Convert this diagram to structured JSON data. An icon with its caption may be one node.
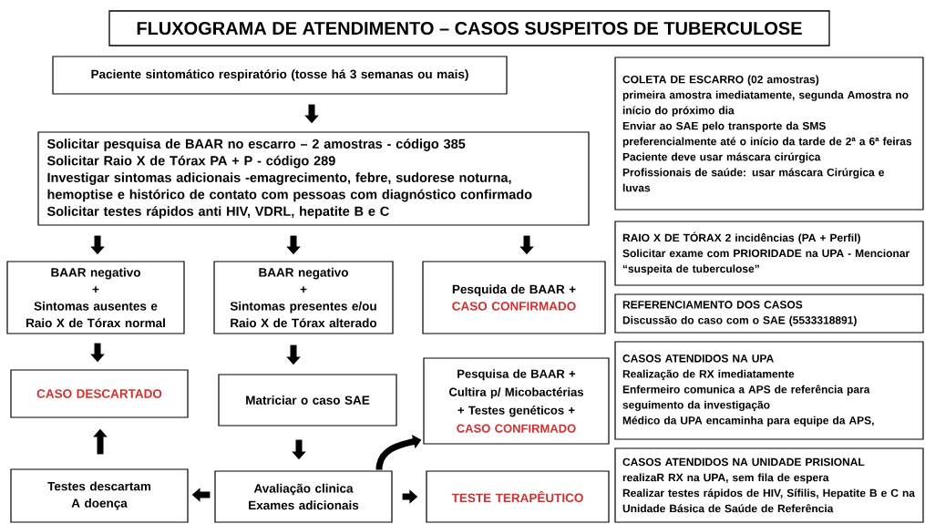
{
  "diagram": {
    "title": "FLUXOGRAMA DE ATENDIMENTO – CASOS SUSPEITOS DE TUBERCULOSE",
    "nodes": [
      {
        "text": [
          "Paciente sintomático respiratório (tosse há 3 semanas ou mais)"
        ]
      },
      {
        "text": [
          "Solicitar pesquisa de BAAR no escarro – 2 amostras - código 385",
          "Solicitar Raio X de Tórax PA + P - código 289",
          "Investigar sintomas adicionais -emagrecimento, febre, sudorese noturna, hemoptise e histórico de contato com pessoas com diagnóstico confirmado",
          "Solicitar testes rápidos anti HIV, VDRL, hepatite B e C"
        ]
      },
      {
        "text": [
          "BAAR negativo",
          "+",
          "Sintomas ausentes  e Raio X de Tórax normal"
        ]
      },
      {
        "text": [
          "BAAR negativo",
          "+",
          "Sintomas presentes e/ou Raio X de Tórax alterado"
        ]
      },
      {
        "text": [
          "Pesquida de BAAR +",
          "CASO CONFIRMADO"
        ]
      },
      {
        "text": [
          "CASO DESCARTADO"
        ]
      },
      {
        "text": [
          "Matriciar o caso SAE"
        ]
      },
      {
        "text": [
          "Pesquisa de BAAR + Cultira p/ Micobactérias + Testes genéticos +",
          "CASO CONFIRMADO"
        ]
      },
      {
        "text": [
          "Testes descartam A doença"
        ]
      },
      {
        "text": [
          "Avaliação clinica Exames adicionais"
        ]
      },
      {
        "text": [
          "TESTE TERAPÊUTICO"
        ]
      },
      {
        "text": [
          "COLETA DE ESCARRO (02 amostras)",
          "primeira amostra imediatamente, segunda Amostra no início do próximo dia",
          "Enviar ao SAE pelo transporte da SMS preferencialmente até o início da tarde de 2ª a 6ª feiras",
          "Paciente deve usar máscara cirúrgica",
          "Profissionais de saúde: usar máscara Cirúrgica e luvas"
        ]
      },
      {
        "text": [
          "RAIO X DE TÓRAX 2 incidências (PA + Perfil)",
          "Solicitar exame com PRIORIDADE na UPA - Mencionar “suspeita de tuberculose”"
        ]
      },
      {
        "text": [
          "REFERENCIAMENTO DOS CASOS",
          "Discussão do caso com o SAE (5533318891)"
        ]
      },
      {
        "text": [
          "CASOS ATENDIDOS NA UPA",
          "Realização de RX imediatamente",
          "Enfermeiro comunica a APS de referência para seguimento da investigação",
          "Médico da UPA encaminha para equipe da APS,"
        ]
      },
      {
        "text": [
          "CASOS ATENDIDOS NA UNIDADE PRISIONAL",
          "realizaR RX na UPA, sem fila de espera",
          "Realizar testes rápidos de HIV, Sífilis, Hepatite B e C na Unidade Básica de Saúde de Referência"
        ]
      }
    ],
    "edges": [
      {
        "from": 0,
        "to": 1,
        "arrow": "to"
      },
      {
        "from": 1,
        "to": 2,
        "arrow": "to"
      },
      {
        "from": 1,
        "to": 3,
        "arrow": "to"
      },
      {
        "from": 1,
        "to": 4,
        "arrow": "to"
      },
      {
        "from": 2,
        "to": 5,
        "arrow": "to"
      },
      {
        "from": 3,
        "to": 6,
        "arrow": "to"
      },
      {
        "from": 6,
        "to": 9,
        "arrow": "to"
      },
      {
        "from": 9,
        "to": 8,
        "arrow": "to"
      },
      {
        "from": 8,
        "to": 5,
        "arrow": "to"
      },
      {
        "from": 9,
        "to": 10,
        "arrow": "to"
      },
      {
        "from": 9,
        "to": 7,
        "arrow": "to"
      }
    ]
  }
}
